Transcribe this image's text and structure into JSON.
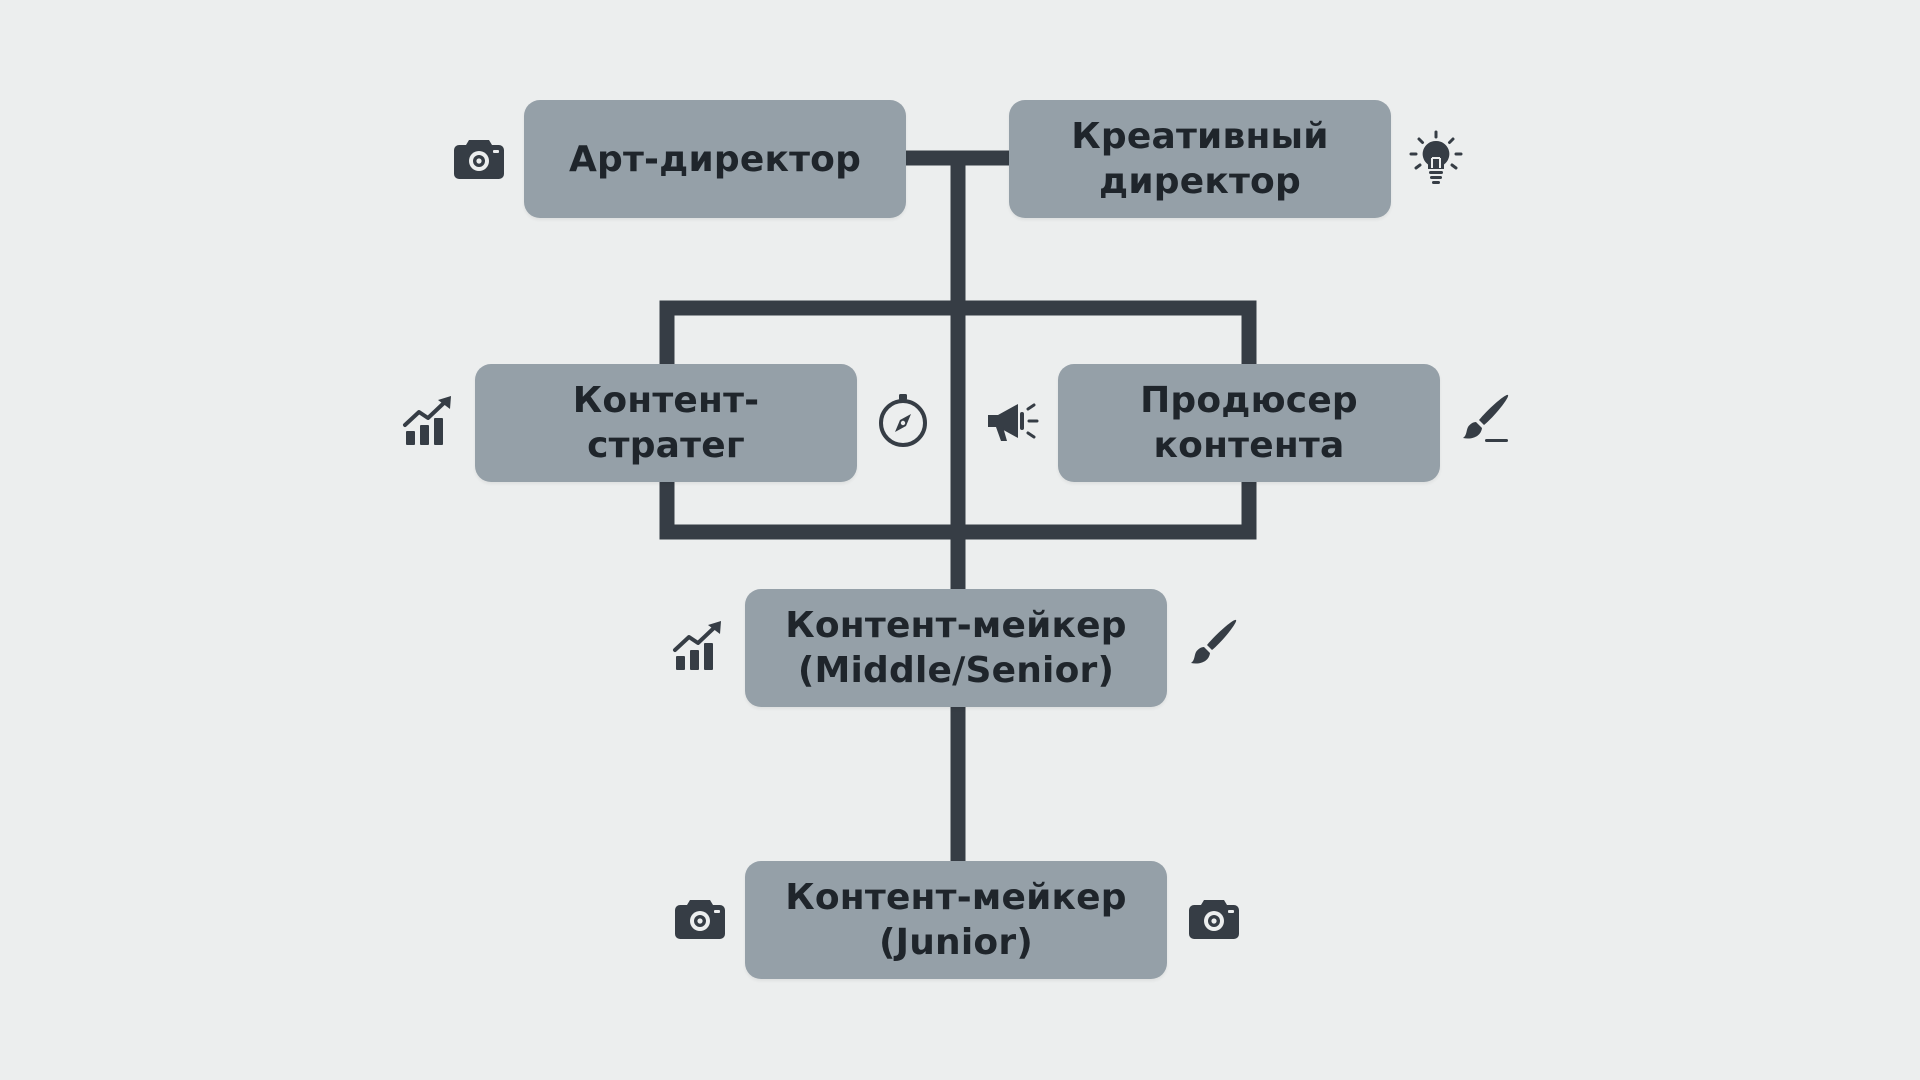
{
  "colors": {
    "background": "#eceeee",
    "node_fill": "#95a0a8",
    "connector": "#363d45",
    "icon": "#363d45",
    "text": "#1f252b"
  },
  "nodes": {
    "art_director": {
      "label": "Арт-директор",
      "icons": [
        "camera-icon"
      ]
    },
    "creative_director": {
      "label": "Креативный\nдиректор",
      "icons": [
        "lightbulb-icon"
      ]
    },
    "content_strategist": {
      "label": "Контент-\nстратег",
      "icons": [
        "growth-chart-icon",
        "compass-icon"
      ]
    },
    "content_producer": {
      "label": "Продюсер\nконтента",
      "icons": [
        "megaphone-icon",
        "paintbrush-icon"
      ]
    },
    "content_maker_senior": {
      "label": "Контент-мейкер\n(Middle/Senior)",
      "icons": [
        "growth-chart-icon",
        "paintbrush-icon"
      ]
    },
    "content_maker_junior": {
      "label": "Контент-мейкер\n(Junior)",
      "icons": [
        "camera-icon",
        "camera-icon"
      ]
    }
  }
}
